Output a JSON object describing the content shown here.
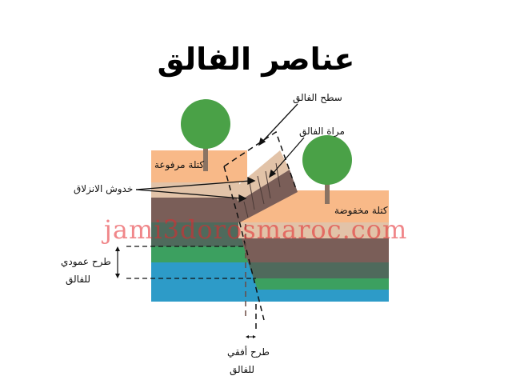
{
  "title": "عناصر الفالق",
  "labels": {
    "fault_plane": "سطح الفالق",
    "fault_mirror": "مراة الفالق",
    "uplifted_block": "كتلة مرفوعة",
    "downthrown_block": "كتلة مخفوضة",
    "slickensides": "خدوش الانزلاق",
    "vertical_throw_1": "طرح عمودي",
    "vertical_throw_2": "للفالق",
    "horizontal_throw_1": "طرح أفقي",
    "horizontal_throw_2": "للفالق"
  },
  "watermark": "jami3dorosmaroc.com",
  "colors": {
    "soil_orange": "#f8b988",
    "beige": "#e2c3a8",
    "brown": "#7a5e58",
    "dark_green": "#4f6a5c",
    "green": "#3ca060",
    "blue": "#2d9bc8",
    "tree_crown": "#4aa147",
    "tree_trunk": "#8a7363"
  }
}
